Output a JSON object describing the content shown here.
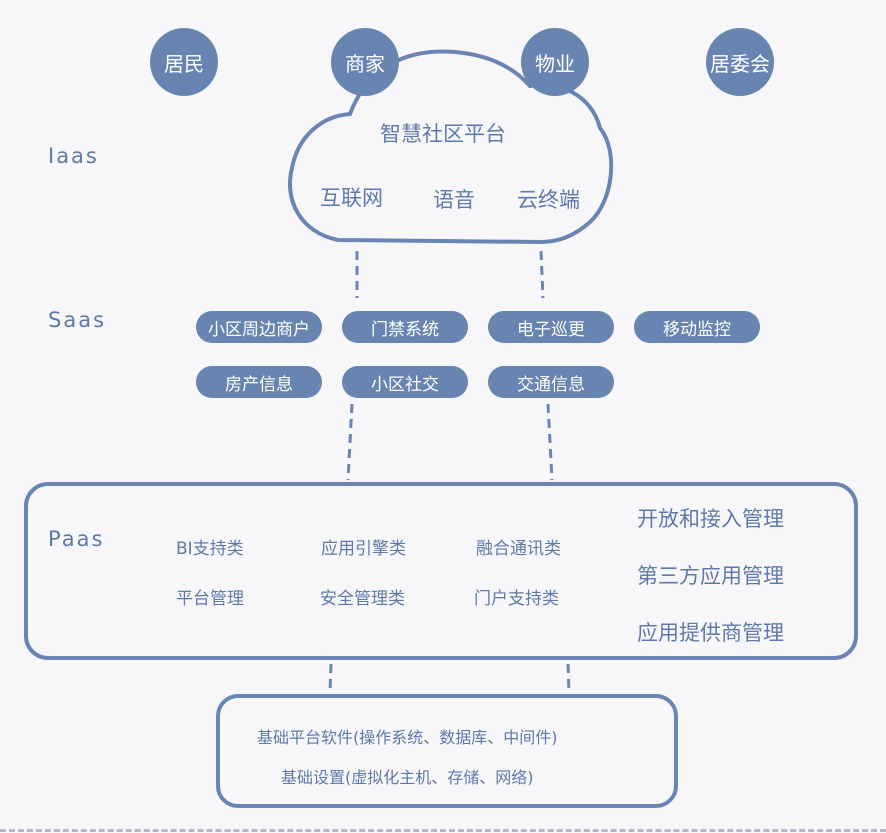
{
  "roles": [
    "居民",
    "商家",
    "物业",
    "居委会"
  ],
  "layers": {
    "iaas": "Iaas",
    "saas": "Saas",
    "paas": "Paas"
  },
  "cloud": {
    "title": "智慧社区平台",
    "items": [
      "互联网",
      "语音",
      "云终端"
    ]
  },
  "saas_items": [
    "小区周边商户",
    "门禁系统",
    "电子巡更",
    "移动监控",
    "房产信息",
    "小区社交",
    "交通信息"
  ],
  "paas": {
    "items": [
      "BI支持类",
      "应用引擎类",
      "融合通讯类",
      "平台管理",
      "安全管理类",
      "门户支持类"
    ],
    "management": [
      "开放和接入管理",
      "第三方应用管理",
      "应用提供商管理"
    ]
  },
  "infrastructure": [
    "基础平台软件(操作系统、数据库、中间件)",
    "基础设置(虚拟化主机、存储、网络)"
  ],
  "colors": {
    "accent": "#6884b0",
    "outline": "#6a85b3",
    "text": "#5f79aa",
    "background": "#f7f7f9"
  }
}
